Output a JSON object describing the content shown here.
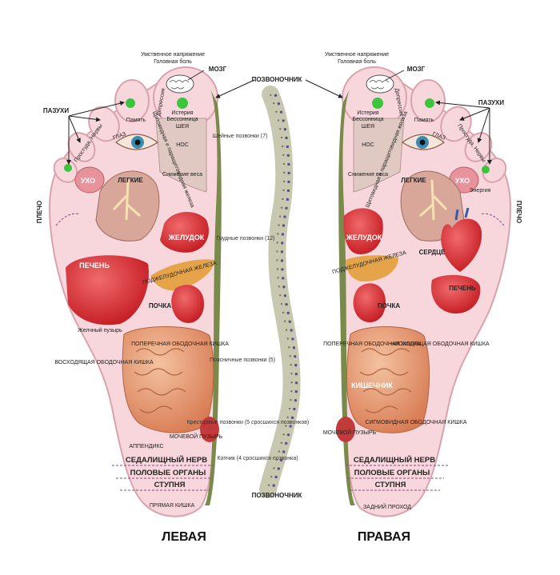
{
  "left": {
    "title": "ЛЕВАЯ",
    "mental": "Умственное напряжение",
    "headache": "Головная боль",
    "brain": "МОЗГ",
    "sinuses": "ПАЗУХИ",
    "memory": "Память",
    "eye": "ГЛАЗ",
    "nerves": "Простуда, Нервы",
    "ear": "УХО",
    "lungs": "ЛЕГКИЕ",
    "nose": "НОС",
    "weight": "Снижение веса",
    "neck": "ШЕЯ",
    "hysteria": "Истерия",
    "insomnia": "Бессонница",
    "depression": "Депрессия",
    "thyroid": "Щитовидная и паращитовидная железа",
    "shoulder": "ПЛЕЧО",
    "stomach": "ЖЕЛУДОК",
    "liver": "ПЕЧЕНЬ",
    "pancreas": "ПОДЖЕЛУДОЧНАЯ ЖЕЛЕЗА",
    "kidney": "ПОЧКА",
    "gallbladder": "Желчный пузырь",
    "transverse": "ПОПЕРЕЧНАЯ ОБОДОЧНАЯ КИШКА",
    "ascending": "ВОСХОДЯЩАЯ ОБОДОЧНАЯ КИШКА",
    "appendix": "АППЕНДИКС",
    "bladder": "МОЧЕВОЙ ПУЗЫРЬ",
    "sciatic": "СЕДАЛИЩНЫЙ НЕРВ",
    "genitals": "ПОЛОВЫЕ ОРГАНЫ",
    "foot": "СТУПНЯ",
    "rectum": "ПРЯМАЯ КИШКА"
  },
  "right": {
    "title": "ПРАВАЯ",
    "mental": "Умственное напряжение",
    "headache": "Головная боль",
    "brain": "МОЗГ",
    "sinuses": "ПАЗУХИ",
    "memory": "Память",
    "eye": "ГЛАЗ",
    "nerves": "Простуда, Нервы",
    "ear": "УХО",
    "energy": "Энергия",
    "lungs": "ЛЕГКИЕ",
    "nose": "НОС",
    "weight": "Снижение веса",
    "neck": "ШЕЯ",
    "hysteria": "Истерия",
    "insomnia": "Бессонница",
    "depression": "Депрессия",
    "thyroid": "Щитовидная и паращитовидная железа",
    "shoulder": "ПЛЕЧО",
    "stomach": "ЖЕЛУДОК",
    "heart": "СЕРДЦЕ",
    "liver": "ПЕЧЕНЬ",
    "pancreas": "ПОДЖЕЛУДОЧНАЯ ЖЕЛЕЗА",
    "kidney": "ПОЧКА",
    "transverse": "ПОПЕРЕЧНАЯ ОБОДОЧНАЯ КИШКА",
    "descending": "НИСХОДЯЩАЯ ОБОДОЧНАЯ КИШКА",
    "intestine": "КИШЕЧНИК",
    "sigmoid": "СИГМОВИДНАЯ ОБОДОЧНАЯ КИШКА",
    "bladder": "МОЧЕВОЙ ПУЗЫРЬ",
    "sciatic": "СЕДАЛИЩНЫЙ НЕРВ",
    "genitals": "ПОЛОВЫЕ ОРГАНЫ",
    "foot": "СТУПНЯ",
    "anus": "ЗАДНИЙ ПРОХОД"
  },
  "spine": {
    "top": "ПОЗВОНОЧНИК",
    "bottom": "ПОЗВОНОЧНИК",
    "cervical": "Шейные позвонки (7)",
    "thoracic": "Грудные позвонки (12)",
    "lumbar": "Поясничные позвонки (5)",
    "sacral": "Крестцовые позвонки (5 сросшихся позвонков)",
    "coccyx": "Копчик (4 сросшихся позвонка)"
  },
  "colors": {
    "foot_fill": "#f7d7dc",
    "foot_outline": "#d9a3ad",
    "spine_zone": "#7a8a4a",
    "organ_red": "#d8262d",
    "intestine": "#e79a72",
    "lung": "#d9a79a",
    "point_green": "#3cc43c"
  }
}
